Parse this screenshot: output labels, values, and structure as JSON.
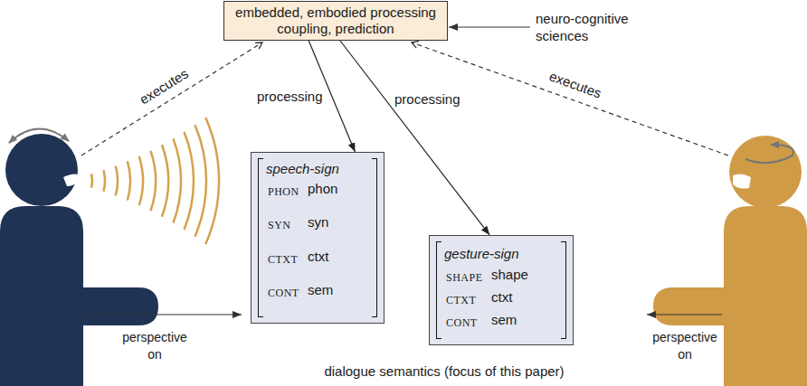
{
  "diagram": {
    "nodes": [
      {
        "text": [
          "embedded, embodied processing coupling, prediction"
        ]
      },
      {
        "text": [
          "dialogue semantics (focus of this paper)"
        ]
      },
      {
        "text": [
          "speech-sign",
          "PHON",
          "phon",
          "SYN",
          "syn",
          "CTXT",
          "ctxt",
          "CONT",
          "sem"
        ],
        "in": 1
      },
      {
        "text": [
          "gesture-sign",
          "SHAPE",
          "shape",
          "CTXT",
          "ctxt",
          "CONT",
          "sem"
        ],
        "in": 1
      }
    ],
    "edges": [
      {
        "from": 0,
        "to": 2,
        "arrow": "to",
        "label": "processing"
      },
      {
        "from": 0,
        "to": 3,
        "arrow": "to",
        "label": "processing"
      }
    ],
    "labels": [
      "neuro-cognitive sciences",
      "executes",
      "executes",
      "perspective on",
      "perspective on"
    ]
  }
}
